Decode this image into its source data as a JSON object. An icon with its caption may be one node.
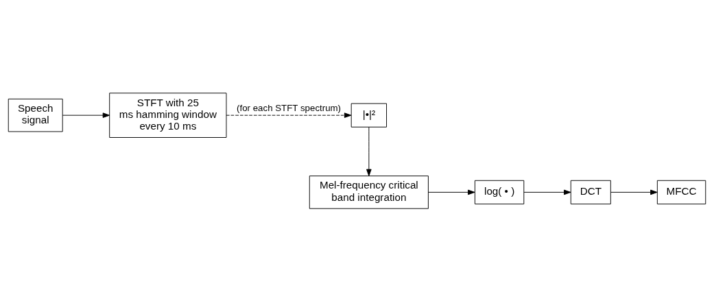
{
  "diagram": {
    "nodes": [
      {
        "text": [
          "Speech signal"
        ]
      },
      {
        "text": [
          "STFT with 25 ms hamming window every 10 ms"
        ]
      },
      {
        "text": [
          "|•|²"
        ]
      },
      {
        "text": [
          "Mel-frequency critical band integration"
        ]
      },
      {
        "text": [
          "log( • )"
        ]
      },
      {
        "text": [
          "DCT"
        ]
      },
      {
        "text": [
          "MFCC"
        ]
      }
    ],
    "edges": [
      {
        "from": 0,
        "to": 1,
        "arrow": "to"
      },
      {
        "from": 1,
        "to": 2,
        "arrow": "to",
        "style": "dashed",
        "label": "(for each STFT spectrum)"
      },
      {
        "from": 2,
        "to": 3,
        "arrow": "to"
      },
      {
        "from": 3,
        "to": 4,
        "arrow": "to"
      },
      {
        "from": 4,
        "to": 5,
        "arrow": "to"
      },
      {
        "from": 5,
        "to": 6,
        "arrow": "to"
      }
    ]
  }
}
